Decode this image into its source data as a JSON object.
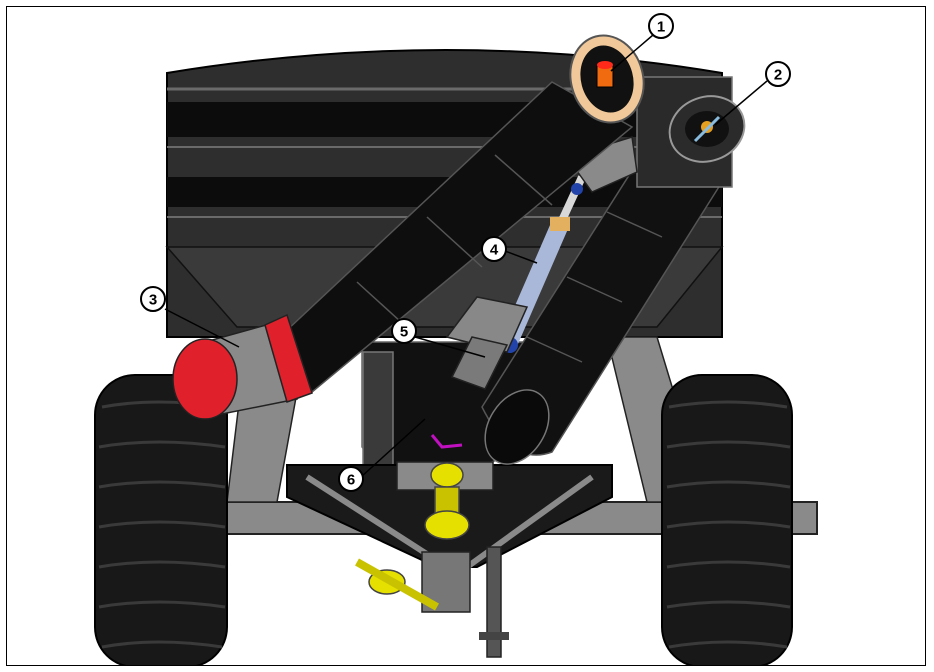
{
  "figure": {
    "callouts": [
      {
        "id": "1",
        "label": "1"
      },
      {
        "id": "2",
        "label": "2"
      },
      {
        "id": "3",
        "label": "3"
      },
      {
        "id": "4",
        "label": "4"
      },
      {
        "id": "5",
        "label": "5"
      },
      {
        "id": "6",
        "label": "6"
      }
    ]
  },
  "colors": {
    "body": "#2e2e2e",
    "tube": "#111111",
    "tire": "#181818",
    "frame_gray": "#8a8a8a",
    "flow_door": "#e0212b",
    "spout_rim": "#f0c89a",
    "cylinder": "#a9b8d8",
    "hitch_yellow": "#e6e000",
    "outline": "#000000"
  }
}
